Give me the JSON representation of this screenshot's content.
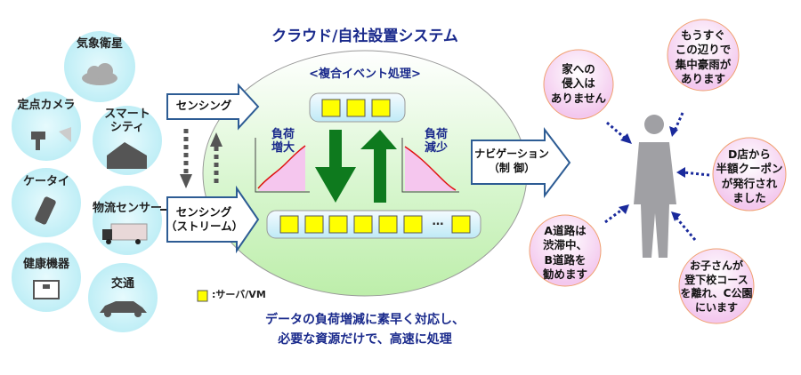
{
  "title": "クラウド/自社設置システム",
  "cep_label": "<複合イベント処理>",
  "sources": [
    {
      "label": "気象衛星",
      "icon": "cloud-icon"
    },
    {
      "label": "定点カメラ",
      "icon": "camera-icon"
    },
    {
      "label": "スマートシティ",
      "icon": "house-icon"
    },
    {
      "label": "ケータイ",
      "icon": "phone-icon"
    },
    {
      "label": "物流センサー",
      "icon": "truck-icon"
    },
    {
      "label": "健康機器",
      "icon": "scale-icon"
    },
    {
      "label": "交通",
      "icon": "car-icon"
    }
  ],
  "sensing_top": "センシング",
  "sensing_bottom": [
    "センシング",
    "（ストリーム）"
  ],
  "load_increase": [
    "負荷",
    "増大"
  ],
  "load_decrease": [
    "負荷",
    "減少"
  ],
  "ellipsis": "…",
  "navigation": [
    "ナビゲーション",
    "（制 御）"
  ],
  "legend": ":サーバ/VM",
  "caption": [
    "データの負荷増減に素早く対応し、",
    "必要な資源だけで、高速に処理"
  ],
  "messages": [
    [
      "家への",
      "侵入は",
      "ありません"
    ],
    [
      "もうすぐ",
      "この辺りで",
      "集中豪雨が",
      "あります"
    ],
    [
      "D店から",
      "半額クーポン",
      "が発行され",
      "ました"
    ],
    [
      "A道路は",
      "渋滞中、",
      "B道路を",
      "勧めます"
    ],
    [
      "お子さんが",
      "登下校コース",
      "を離れ、C公園",
      "にいます"
    ]
  ],
  "colors": {
    "navy": "#1a2a8c",
    "green": "#0e7a1e",
    "yellow": "#ffff00",
    "source_bubble": "#c9f1f7",
    "message_bubble": "#f7d6f2"
  }
}
